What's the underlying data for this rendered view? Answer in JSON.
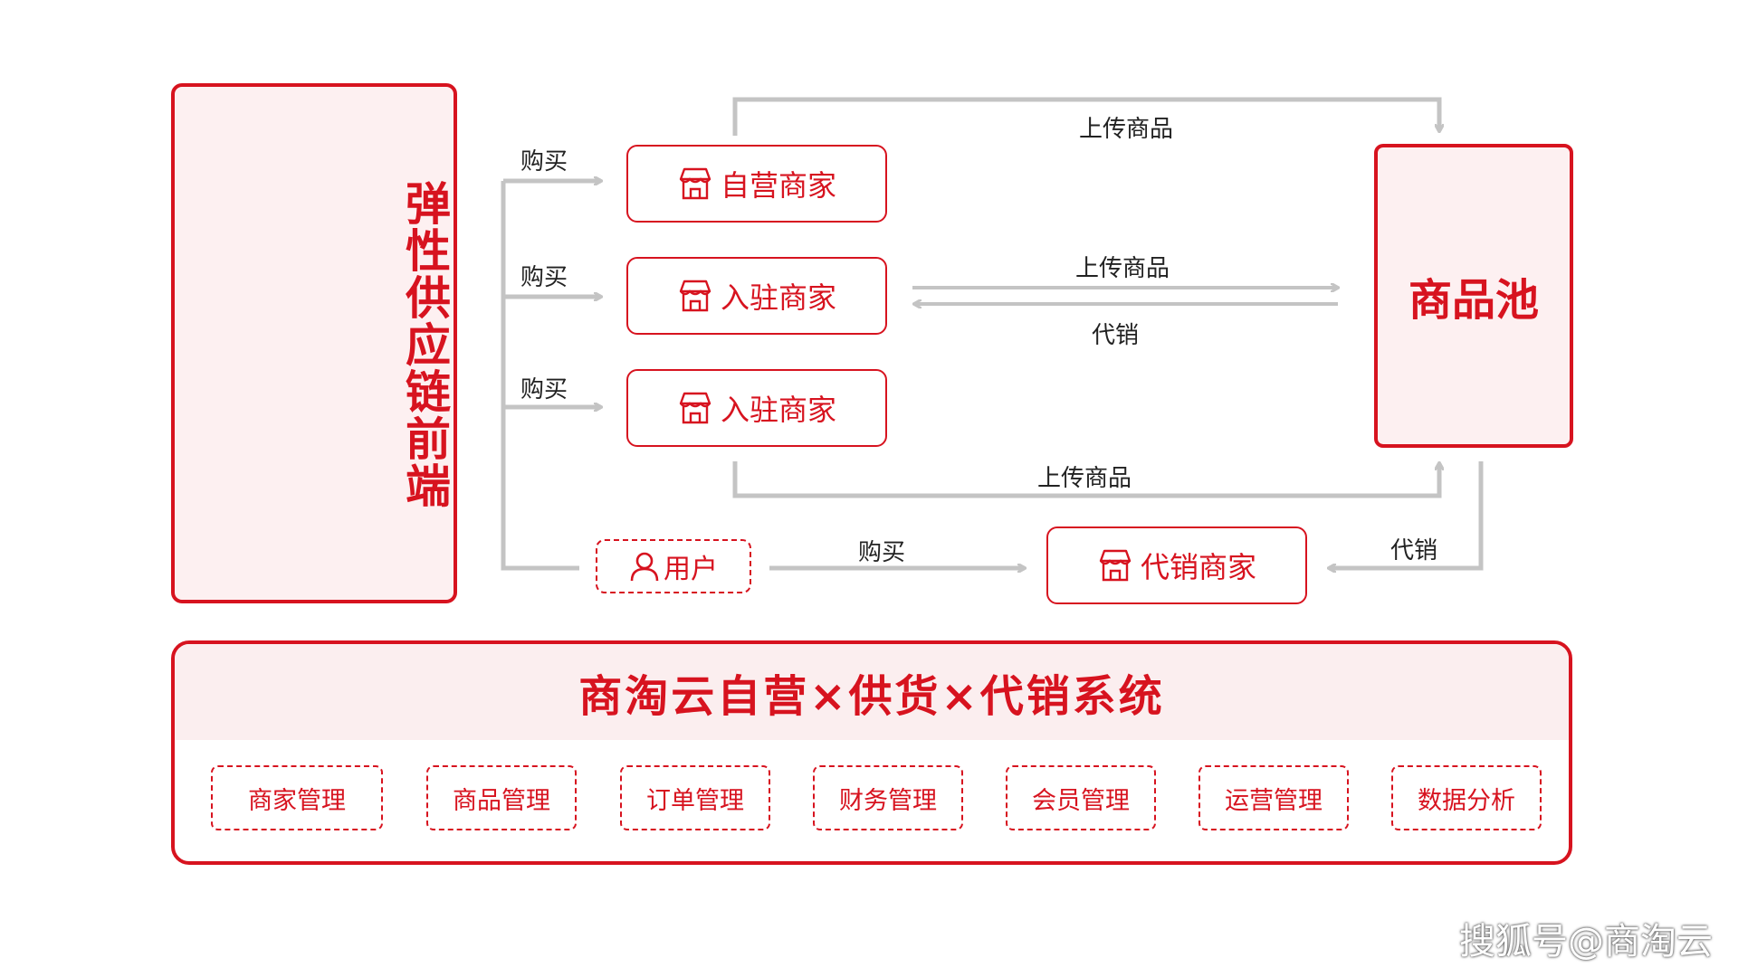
{
  "left_panel": {
    "title": "弹性供应链前端"
  },
  "merchants": [
    {
      "label": "自营商家"
    },
    {
      "label": "入驻商家"
    },
    {
      "label": "入驻商家"
    },
    {
      "label": "代销商家"
    }
  ],
  "user": {
    "label": "用户"
  },
  "pool": {
    "label": "商品池"
  },
  "edges": {
    "buy_1": "购买",
    "buy_2": "购买",
    "buy_3": "购买",
    "upload_top": "上传商品",
    "upload_mid": "上传商品",
    "consign_mid": "代销",
    "upload_bottom": "上传商品",
    "user_buy": "购买",
    "consign_bottom": "代销"
  },
  "system": {
    "title": "商淘云自营×供货×代销系统",
    "modules": [
      "商家管理",
      "商品管理",
      "订单管理",
      "财务管理",
      "会员管理",
      "运营管理",
      "数据分析"
    ]
  },
  "watermark": "搜狐号@商淘云",
  "colors": {
    "accent": "#d7131f",
    "arrow": "#c4c4c4",
    "panel_bg": "#fdf0f1"
  },
  "icons": {
    "store": "store-icon",
    "user": "user-icon"
  }
}
